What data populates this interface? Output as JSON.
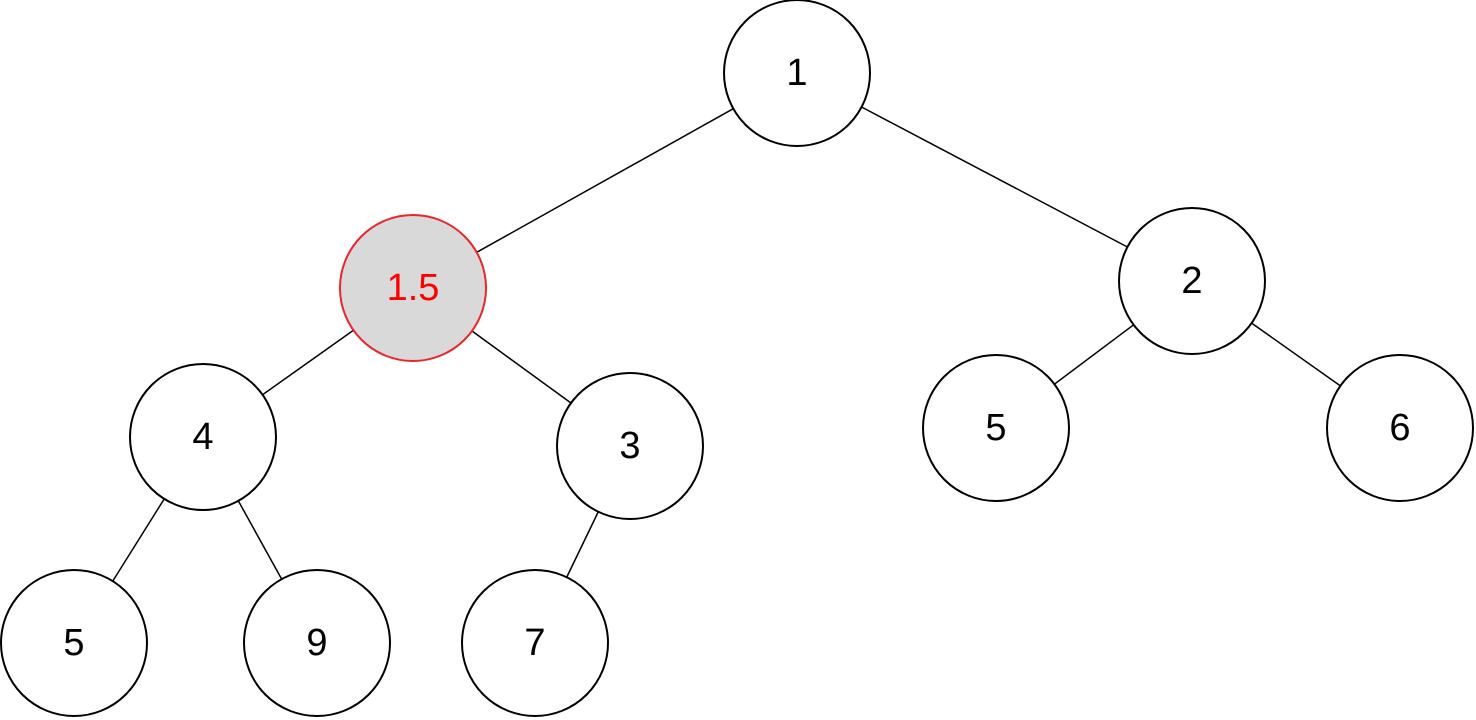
{
  "tree": {
    "nodes": [
      {
        "id": "n1",
        "label": "1"
      },
      {
        "id": "n15",
        "label": "1.5",
        "highlight": true
      },
      {
        "id": "n2",
        "label": "2"
      },
      {
        "id": "n4",
        "label": "4"
      },
      {
        "id": "n3",
        "label": "3"
      },
      {
        "id": "n5r",
        "label": "5"
      },
      {
        "id": "n6",
        "label": "6"
      },
      {
        "id": "n5l",
        "label": "5"
      },
      {
        "id": "n9",
        "label": "9"
      },
      {
        "id": "n7",
        "label": "7"
      }
    ],
    "edges": [
      [
        "n1",
        "n15"
      ],
      [
        "n1",
        "n2"
      ],
      [
        "n15",
        "n4"
      ],
      [
        "n15",
        "n3"
      ],
      [
        "n2",
        "n5r"
      ],
      [
        "n2",
        "n6"
      ],
      [
        "n4",
        "n5l"
      ],
      [
        "n4",
        "n9"
      ],
      [
        "n3",
        "n7"
      ]
    ]
  },
  "colors": {
    "highlight_fill": "#d9d9d9",
    "highlight_stroke": "#e8262b",
    "highlight_text": "#ff0000",
    "stroke": "#000000"
  }
}
